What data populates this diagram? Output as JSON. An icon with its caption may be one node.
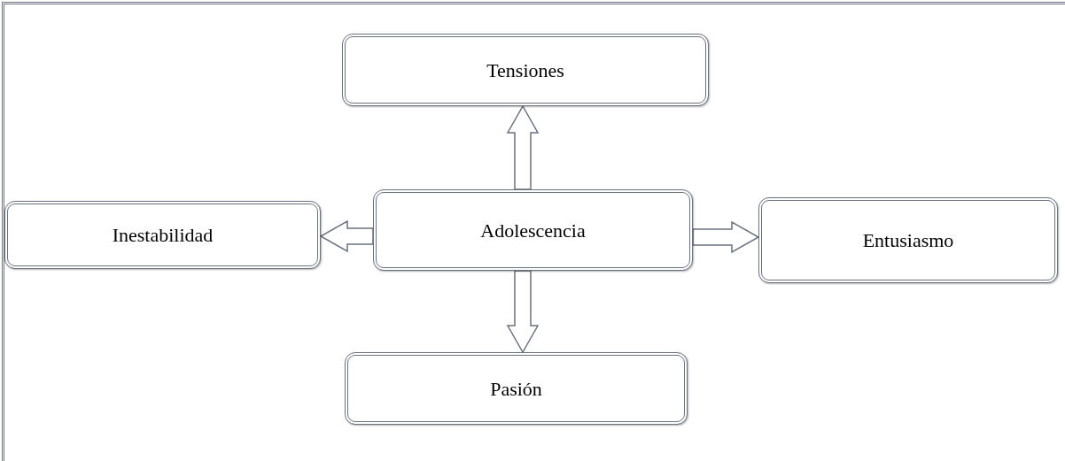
{
  "diagram": {
    "nodes": [
      {
        "text": [
          "Tensiones"
        ]
      },
      {
        "text": [
          "Inestabilidad"
        ]
      },
      {
        "text": [
          "Adolescencia"
        ]
      },
      {
        "text": [
          "Entusiasmo"
        ]
      },
      {
        "text": [
          "Pasión"
        ]
      }
    ],
    "edges": [
      {
        "from": 2,
        "to": 0,
        "arrow": "to"
      },
      {
        "from": 2,
        "to": 1,
        "arrow": "to"
      },
      {
        "from": 2,
        "to": 3,
        "arrow": "to"
      },
      {
        "from": 2,
        "to": 4,
        "arrow": "to"
      }
    ]
  }
}
